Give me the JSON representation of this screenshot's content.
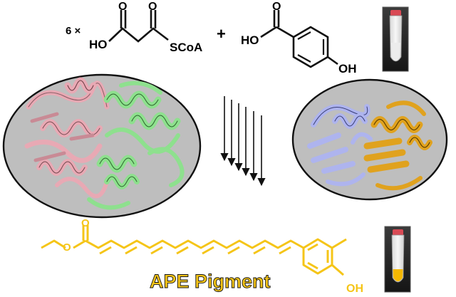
{
  "reaction": {
    "multiplier": "6 ×",
    "malonyl_left_label": "HO",
    "malonyl_right_label": "SCoA",
    "plus": "+",
    "hba_acid_label": "HO",
    "hba_phenol_label": "OH"
  },
  "product": {
    "name": "APE Pigment",
    "phenol_label": "OH",
    "color": "#F5C518"
  },
  "colors": {
    "protein_pink": "#E8A9B4",
    "protein_green": "#8EE08E",
    "protein_lavender": "#AEB4EE",
    "protein_gold": "#E0A21E",
    "ellipse_fill": "#BEBEBE",
    "pigment_yellow": "#F5C518"
  },
  "icons": [
    "arrow-bundle-icon",
    "vial-icon",
    "protein-ribbon-icon"
  ]
}
